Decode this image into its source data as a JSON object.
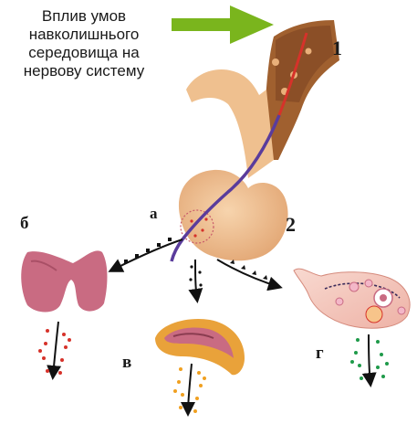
{
  "caption": "Вплив умов навколишнього середовища на нервову систему",
  "labels": {
    "num1": "1",
    "num2": "2",
    "a": "а",
    "b": "б",
    "v": "в",
    "g": "г"
  },
  "colors": {
    "arrow_green": "#7ab51d",
    "pituitary": "#efc08f",
    "brain_tissue": "#9a5a35",
    "thyroid": "#c96b82",
    "adrenal": "#e9a23a",
    "ovary": "#f3c9bf",
    "hormone_red": "#d6322a",
    "hormone_orange": "#f0a020",
    "hormone_green": "#1f9a4a",
    "nerve_purple": "#5a3c9c"
  }
}
